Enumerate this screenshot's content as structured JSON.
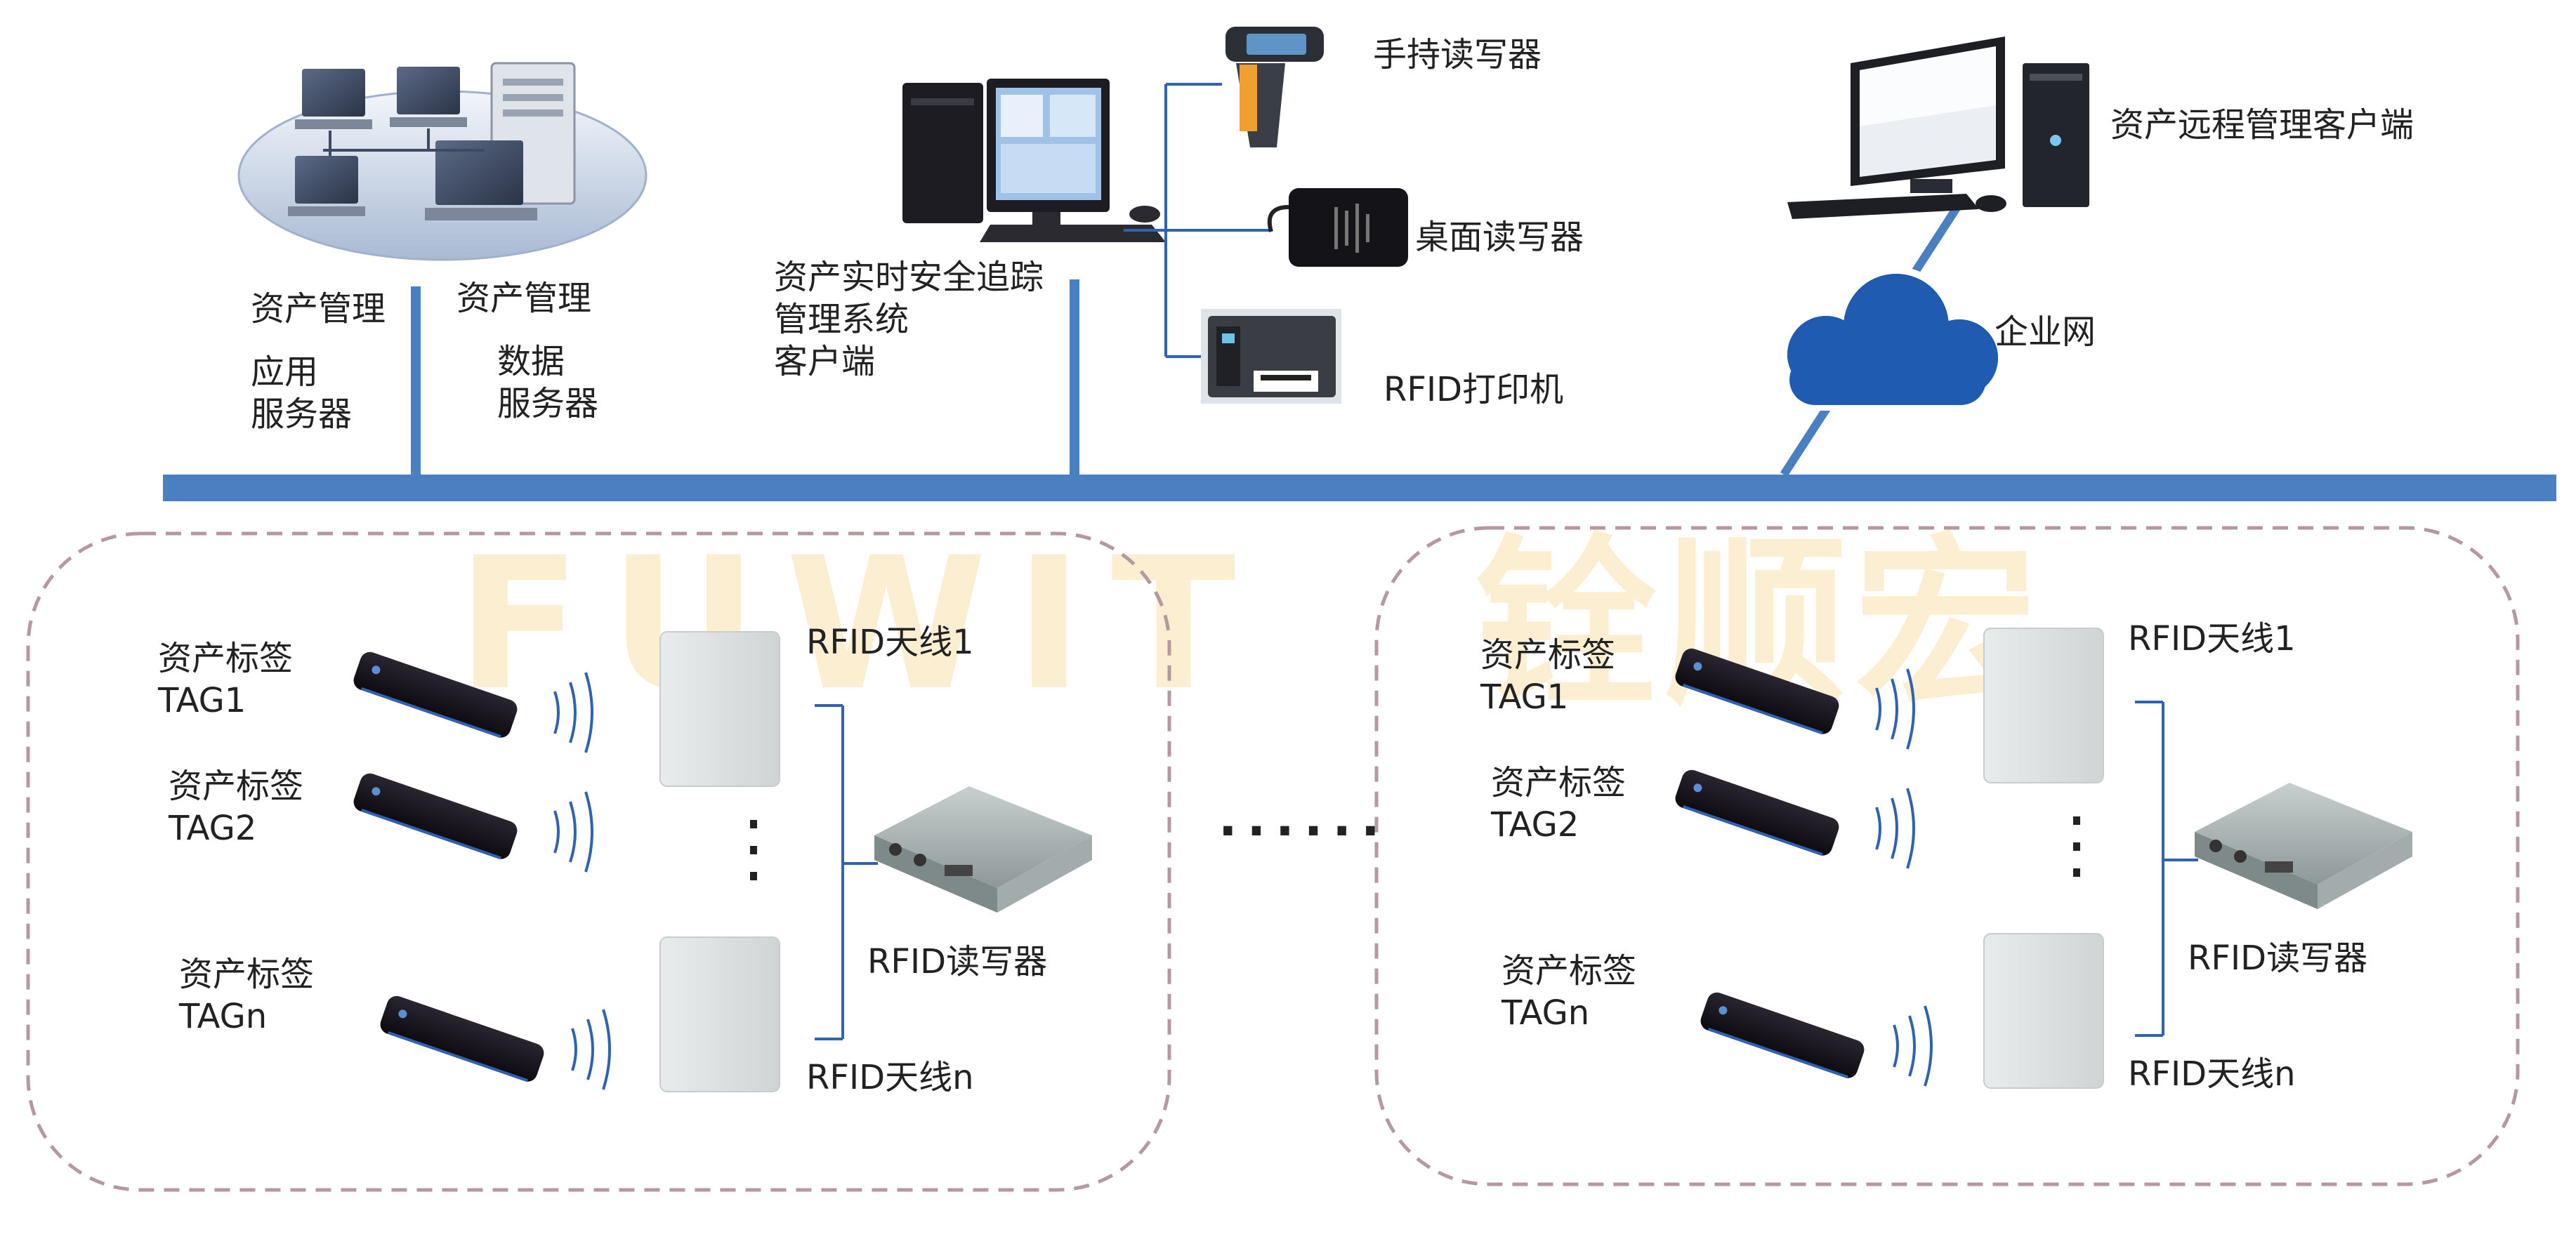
{
  "watermark": {
    "latin": "FUWIT",
    "cjk": "铨顺宏"
  },
  "servers": {
    "app_server": [
      "资产管理",
      "应用",
      "服务器"
    ],
    "data_server": [
      "资产管理",
      "数据",
      "服务器"
    ]
  },
  "client": {
    "label": [
      "资产实时安全追踪",
      "管理系统",
      "客户端"
    ]
  },
  "devices": {
    "handheld": "手持读写器",
    "desktop": "桌面读写器",
    "printer": "RFID打印机"
  },
  "remote": {
    "client": "资产远程管理客户端",
    "network": "企业网"
  },
  "groups": [
    {
      "tags": [
        {
          "label": "资产标签",
          "id": "TAG1"
        },
        {
          "label": "资产标签",
          "id": "TAG2"
        },
        {
          "label": "资产标签",
          "id": "TAGn"
        }
      ],
      "antenna_top": "RFID天线1",
      "antenna_bottom": "RFID天线n",
      "reader": "RFID读写器"
    },
    {
      "tags": [
        {
          "label": "资产标签",
          "id": "TAG1"
        },
        {
          "label": "资产标签",
          "id": "TAG2"
        },
        {
          "label": "资产标签",
          "id": "TAGn"
        }
      ],
      "antenna_top": "RFID天线1",
      "antenna_bottom": "RFID天线n",
      "reader": "RFID读写器"
    }
  ],
  "ellipsis": "......",
  "colors": {
    "bus": "#4a7fc1",
    "line": "#2f63b0",
    "dash": "#b49a9f",
    "cloud": "#1f5bb0"
  }
}
